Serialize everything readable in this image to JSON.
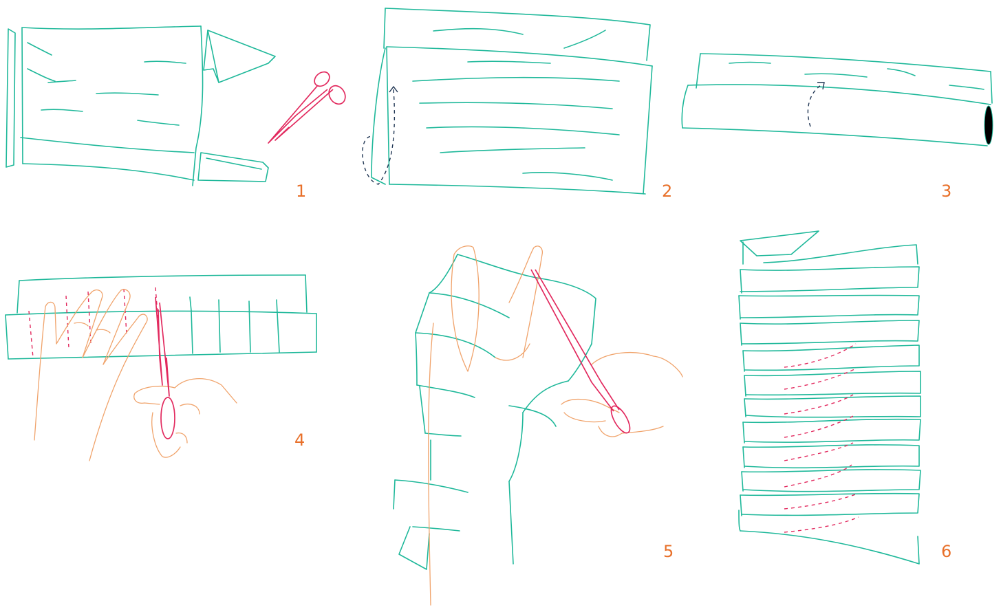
{
  "colors": {
    "fabric": "#1fb89a",
    "hand": "#f0a36b",
    "scissors": "#e2295e",
    "guide_arrow": "#1f3553",
    "cut_line": "#e2295e",
    "step_number": "#e8702a"
  },
  "steps": [
    {
      "number": "1",
      "illustration": "cut-off-sleeves-scissors-icon"
    },
    {
      "number": "2",
      "illustration": "fold-bottom-up-arrow-icon"
    },
    {
      "number": "3",
      "illustration": "fold-again-arrow-icon"
    },
    {
      "number": "4",
      "illustration": "cut-strips-hands-icon"
    },
    {
      "number": "5",
      "illustration": "stretch-strips-hands-icon"
    },
    {
      "number": "6",
      "illustration": "diagonal-cut-lines-icon"
    }
  ]
}
